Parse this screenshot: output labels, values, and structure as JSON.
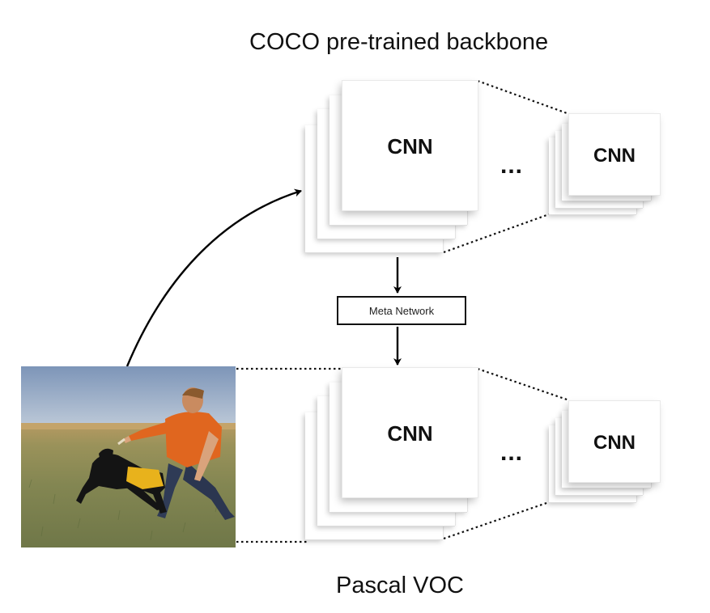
{
  "top_title": "COCO pre-trained backbone",
  "bottom_title": "Pascal VOC",
  "meta_network_label": "Meta Network",
  "top_row": {
    "large_stack_label": "CNN",
    "ellipsis": "...",
    "small_stack_label": "CNN"
  },
  "bottom_row": {
    "large_stack_label": "CNN",
    "ellipsis": "...",
    "small_stack_label": "CNN"
  },
  "photo": {
    "description_icon": "photo-dog-and-man-icon"
  }
}
